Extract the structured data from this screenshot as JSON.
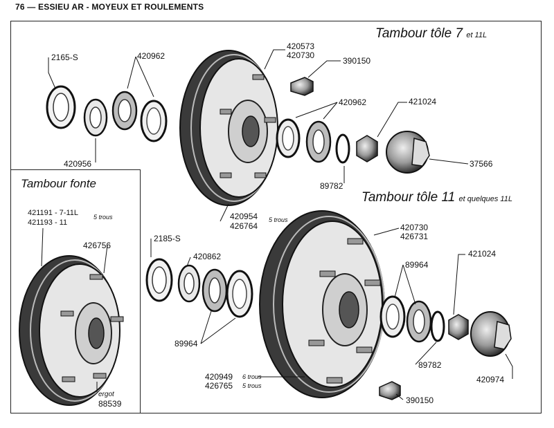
{
  "header": {
    "page_number": "76",
    "title": "— ESSIEU AR - MOYEUX ET ROULEMENTS"
  },
  "headings": {
    "tole7": {
      "text": "Tambour tôle 7",
      "suffix": "et 11L"
    },
    "tole11": {
      "text": "Tambour tôle 11",
      "suffix": "et quelques 11L"
    },
    "fonte": {
      "text": "Tambour fonte"
    }
  },
  "parts": {
    "p2165": "2165-S",
    "p420962a": "420962",
    "p420956": "420956",
    "p420573": "420573",
    "p420730a": "420730",
    "p390150a": "390150",
    "p420962b": "420962",
    "p421024a": "421024",
    "p37566": "37566",
    "p89782a": "89782",
    "p420954": "420954",
    "p426764": "426764",
    "n5trous_a": "5 trous",
    "p421191": "421191 - 7-11L",
    "p421193": "421193 - 11",
    "n5trous_b": "5 trous",
    "p426756": "426756",
    "p2185": "2185-S",
    "p420862": "420862",
    "p89964a": "89964",
    "p420730b": "420730",
    "p426731": "426731",
    "p89964b": "89964",
    "p421024b": "421024",
    "p89782b": "89782",
    "p420974": "420974",
    "p420949": "420949",
    "n6trous": "6 trous",
    "p426765": "426765",
    "n5trous_c": "5 trous",
    "p390150b": "390150",
    "ergot": "ergot",
    "p88539": "88539"
  }
}
